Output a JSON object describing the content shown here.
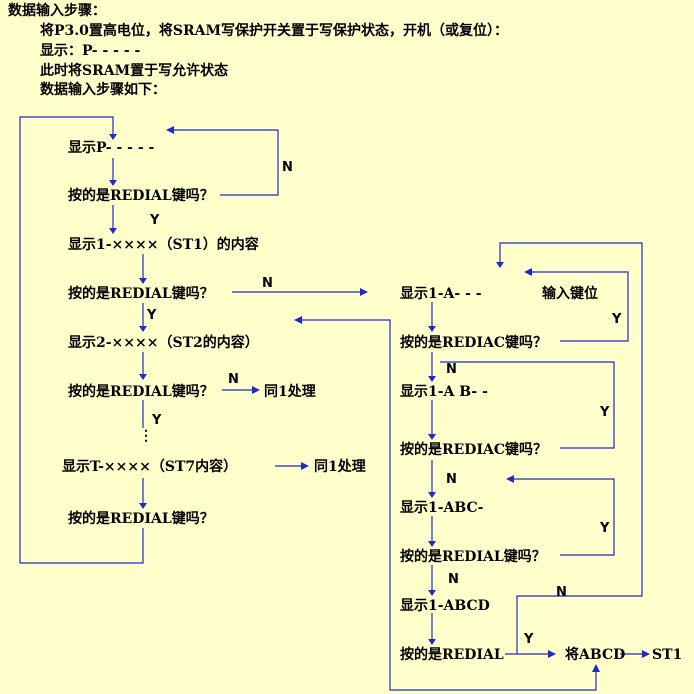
{
  "header": {
    "title": "数据输入步骤：",
    "line1": "将P3.0置高电位，将SRAM写保护开关置于写保护状态，开机（或复位）：",
    "line2": "显示：P- - - - -",
    "line3": "此时将SRAM置于写允许状态",
    "line4": "数据输入步骤如下："
  },
  "left": {
    "n1": "显示P- - - - -",
    "q1": "按的是REDIAL键吗？",
    "n2": "显示1-××××（ST1）的内容",
    "q2": "按的是REDIAL键吗？",
    "n3": "显示2-××××（ST2的内容）",
    "q3": "按的是REDIAL键吗？",
    "same1a": "同1处理",
    "dots": "⋮",
    "n7": "显示T-××××（ST7内容）",
    "same1b": "同1处理",
    "q7": "按的是REDIAL键吗？"
  },
  "right": {
    "r1": "显示1-A- - -",
    "input_key": "输入键位",
    "rq1": "按的是REDIAC键吗？",
    "r2": "显示1-A B- -",
    "rq2": "按的是REDIAC键吗？",
    "r3": "显示1-ABC-",
    "rq3": "按的是REDIAL键吗？",
    "r4": "显示1-ABCD",
    "rq4": "按的是REDIAL",
    "save": "将ABCD",
    "st1": "ST1"
  },
  "labels": {
    "yes": "Y",
    "no": "N"
  }
}
